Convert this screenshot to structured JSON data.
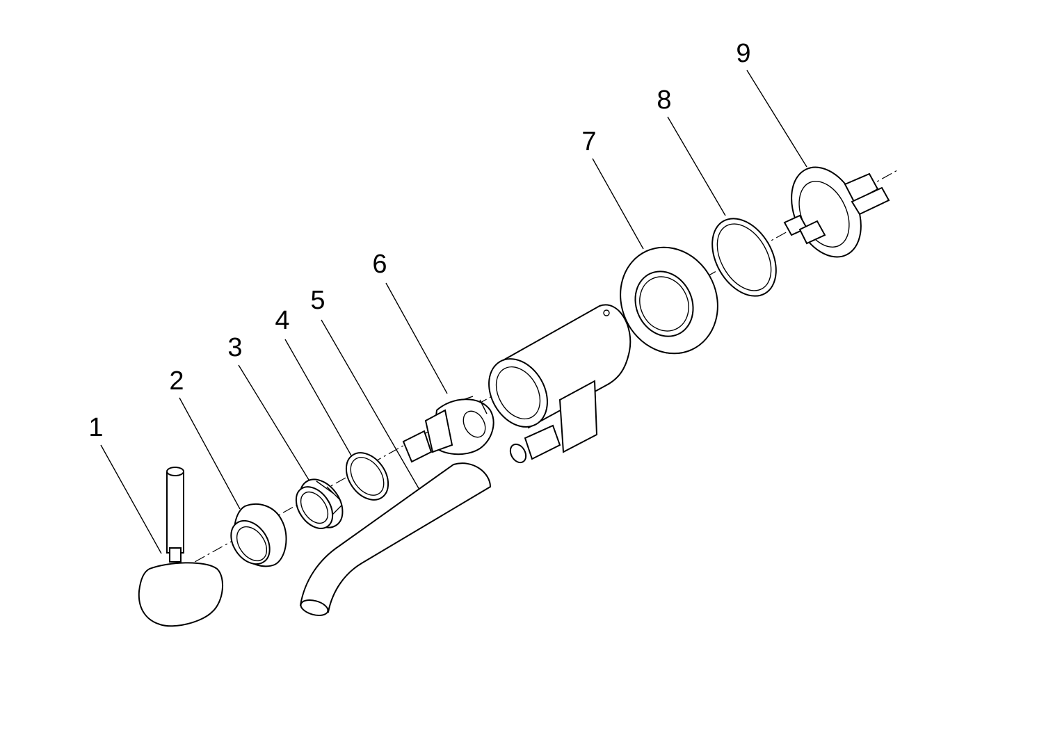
{
  "diagram": {
    "parts": [
      {
        "number": "1",
        "icon": "lever-handle-icon"
      },
      {
        "number": "2",
        "icon": "cover-ring-icon"
      },
      {
        "number": "3",
        "icon": "threaded-nut-icon"
      },
      {
        "number": "4",
        "icon": "o-ring-icon"
      },
      {
        "number": "5",
        "icon": "spout-icon"
      },
      {
        "number": "6",
        "icon": "cartridge-icon"
      },
      {
        "number": "7",
        "icon": "escutcheon-plate-icon"
      },
      {
        "number": "8",
        "icon": "gasket-ring-icon"
      },
      {
        "number": "9",
        "icon": "mounting-flange-icon"
      }
    ]
  }
}
